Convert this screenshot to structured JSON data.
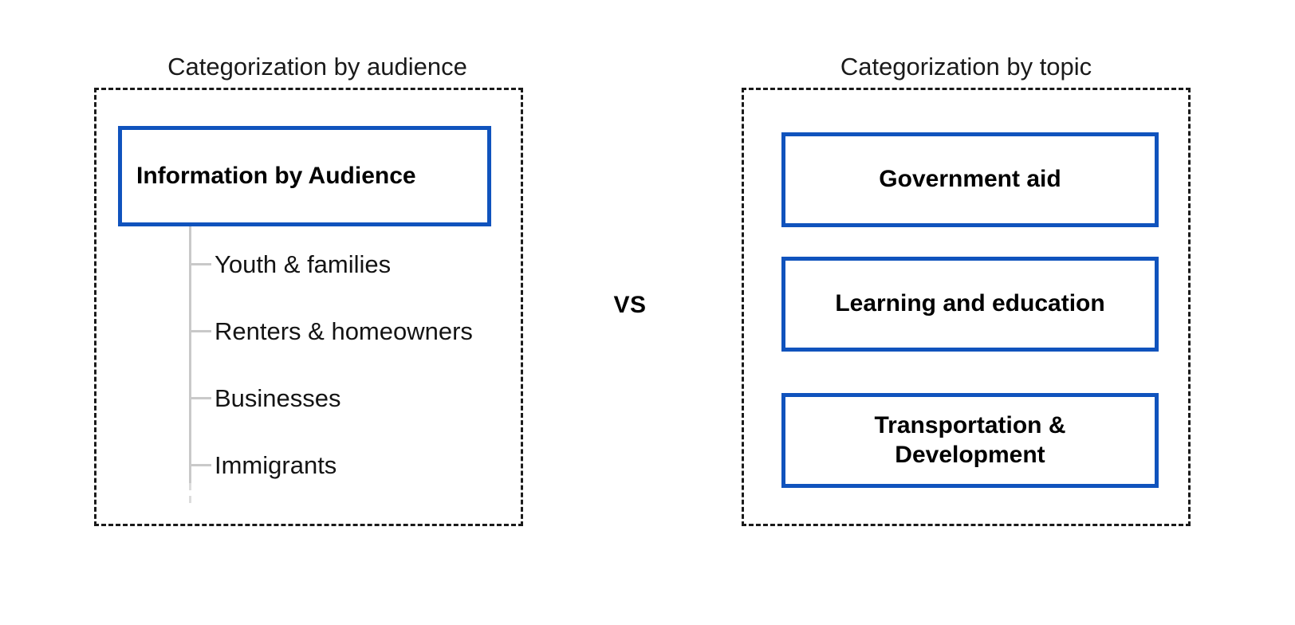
{
  "colors": {
    "accent_blue": "#1053bd",
    "dashed_border": "#1a1a1a",
    "tree_line": "#c9c9c9",
    "text": "#141414",
    "background": "#ffffff"
  },
  "left_panel": {
    "title": "Categorization by audience",
    "root_box": {
      "label": "Information by Audience"
    },
    "tree_items": [
      {
        "label": "Youth & families"
      },
      {
        "label": "Renters & homeowners"
      },
      {
        "label": "Businesses"
      },
      {
        "label": "Immigrants"
      }
    ]
  },
  "comparator": {
    "label": "VS"
  },
  "right_panel": {
    "title": "Categorization by topic",
    "boxes": [
      {
        "label": "Government aid"
      },
      {
        "label": "Learning and education"
      },
      {
        "label": "Transportation &\nDevelopment"
      }
    ]
  }
}
